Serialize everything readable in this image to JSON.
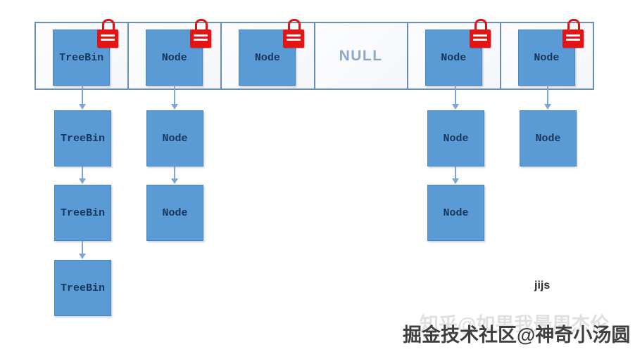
{
  "diagram": {
    "array": {
      "cells": [
        {
          "label": "TreeBin",
          "locked": true
        },
        {
          "label": "Node",
          "locked": true
        },
        {
          "label": "Node",
          "locked": true
        },
        {
          "label": "NULL",
          "locked": false
        },
        {
          "label": "Node",
          "locked": true
        },
        {
          "label": "Node",
          "locked": true
        }
      ]
    },
    "chains": {
      "col1": [
        "TreeBin",
        "TreeBin",
        "TreeBin"
      ],
      "col2": [
        "Node",
        "Node"
      ],
      "col5": [
        "Node",
        "Node"
      ],
      "col6": [
        "Node"
      ]
    },
    "icons": {
      "lock": "red-padlock-with-two-white-stripes"
    },
    "colors": {
      "box_fill": "#5b9bd5",
      "box_border": "#4a86c0",
      "box_text": "#17365d",
      "null_text": "#8ea9c8",
      "container_border": "#6a8fb5",
      "arrow": "#7aa7d8",
      "lock_red": "#e51414"
    }
  },
  "watermarks": {
    "small_label": "jijs",
    "dark": "掘金技术社区@神奇小汤圆",
    "faint": "知乎@如果我最周杰伦"
  }
}
